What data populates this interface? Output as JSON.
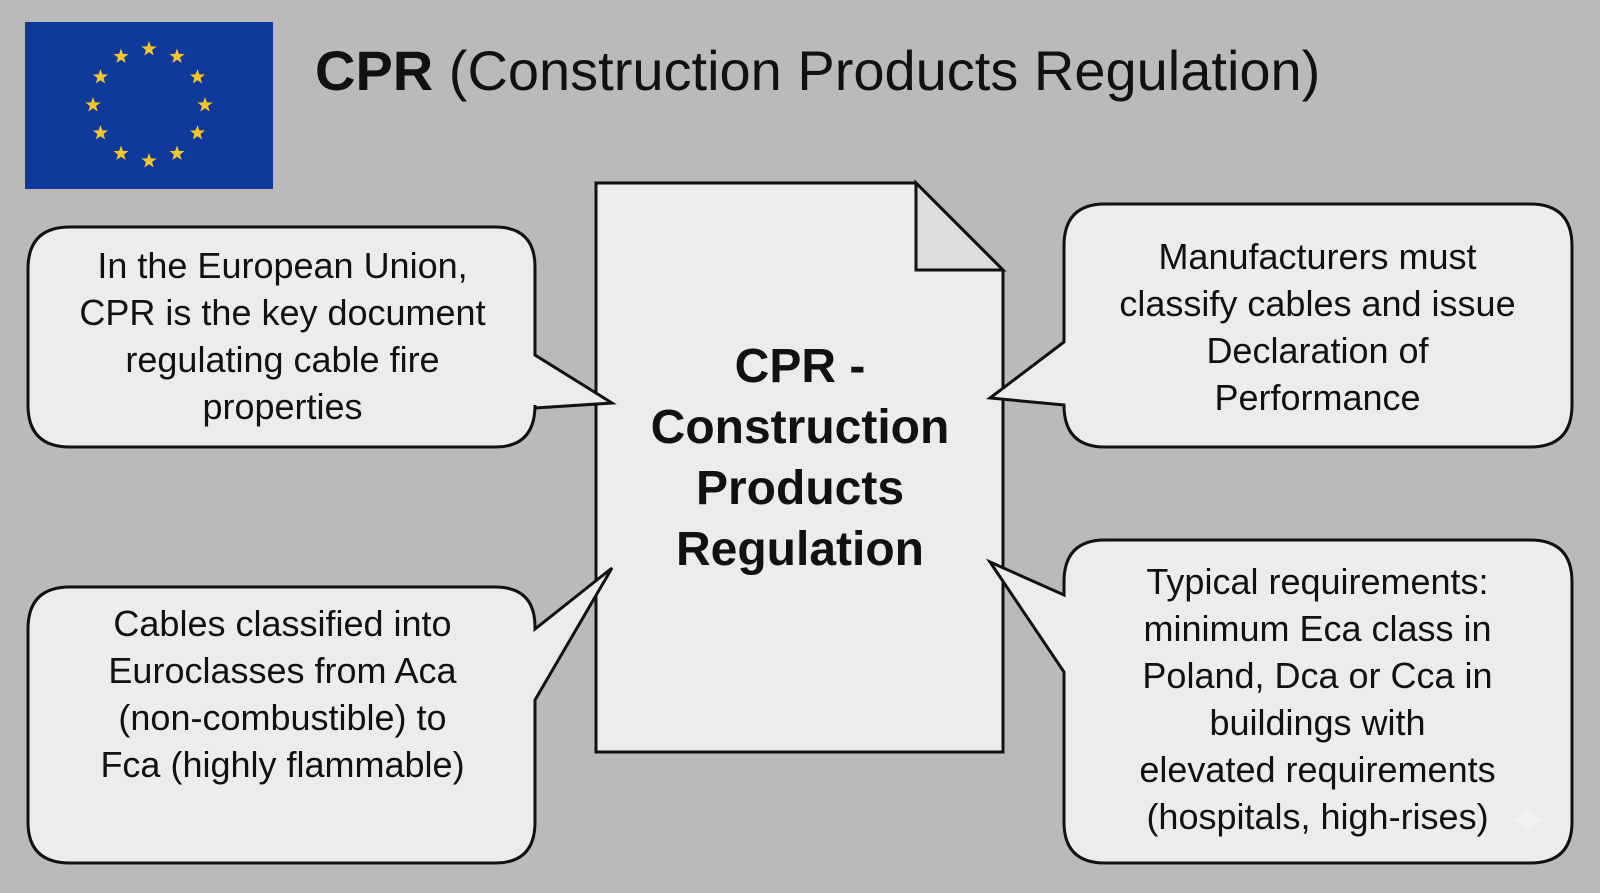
{
  "header": {
    "title_bold": "CPR",
    "title_rest": "(Construction Products Regulation)",
    "logo": "eu-flag-icon",
    "colors": {
      "flag_blue": "#0f3a9c",
      "star_yellow": "#f6c52a",
      "background": "#bababa",
      "box_fill": "#ececec"
    }
  },
  "center_document": {
    "lines": [
      "CPR -",
      "Construction",
      "Products",
      "Regulation"
    ]
  },
  "callouts": {
    "top_left": {
      "lines": [
        "In the European Union,",
        "CPR is the key document",
        "regulating cable fire",
        "properties"
      ]
    },
    "bottom_left": {
      "lines": [
        "Cables classified into",
        "Euroclasses from Aca",
        "(non-combustible) to",
        "Fca (highly flammable)"
      ]
    },
    "top_right": {
      "lines": [
        "Manufacturers must",
        "classify cables and issue",
        "Declaration of",
        "Performance"
      ]
    },
    "bottom_right": {
      "lines": [
        "Typical requirements:",
        "minimum Eca class in",
        "Poland, Dca or Cca in",
        "buildings with",
        "elevated requirements",
        "(hospitals, high-rises)"
      ]
    }
  }
}
